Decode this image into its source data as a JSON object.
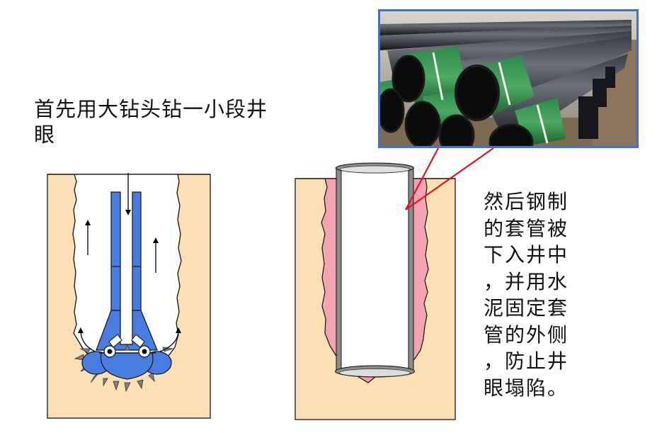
{
  "left_caption": "首先用大钻头钻一小段井眼",
  "right_caption_lines": [
    "然后钢制",
    "的套管被",
    "下入井中",
    "，并用水",
    "泥固定套",
    "管的外侧",
    "，防止井",
    "眼塌陷。"
  ],
  "photo": {
    "subject": "steel-casing-pipes-photo",
    "border_color": "#4472c4"
  },
  "colors": {
    "rock": "#fbe0b6",
    "drill_blue": "#4a7de0",
    "cement_pink": "#f4a3b1",
    "casing_gray": "#8c8c8c",
    "pointer_red": "#e0141e",
    "outline": "#1a1a1a"
  },
  "diagram_left": {
    "label": "drilling-borehole-diagram"
  },
  "diagram_right": {
    "label": "cased-cemented-borehole-diagram"
  }
}
